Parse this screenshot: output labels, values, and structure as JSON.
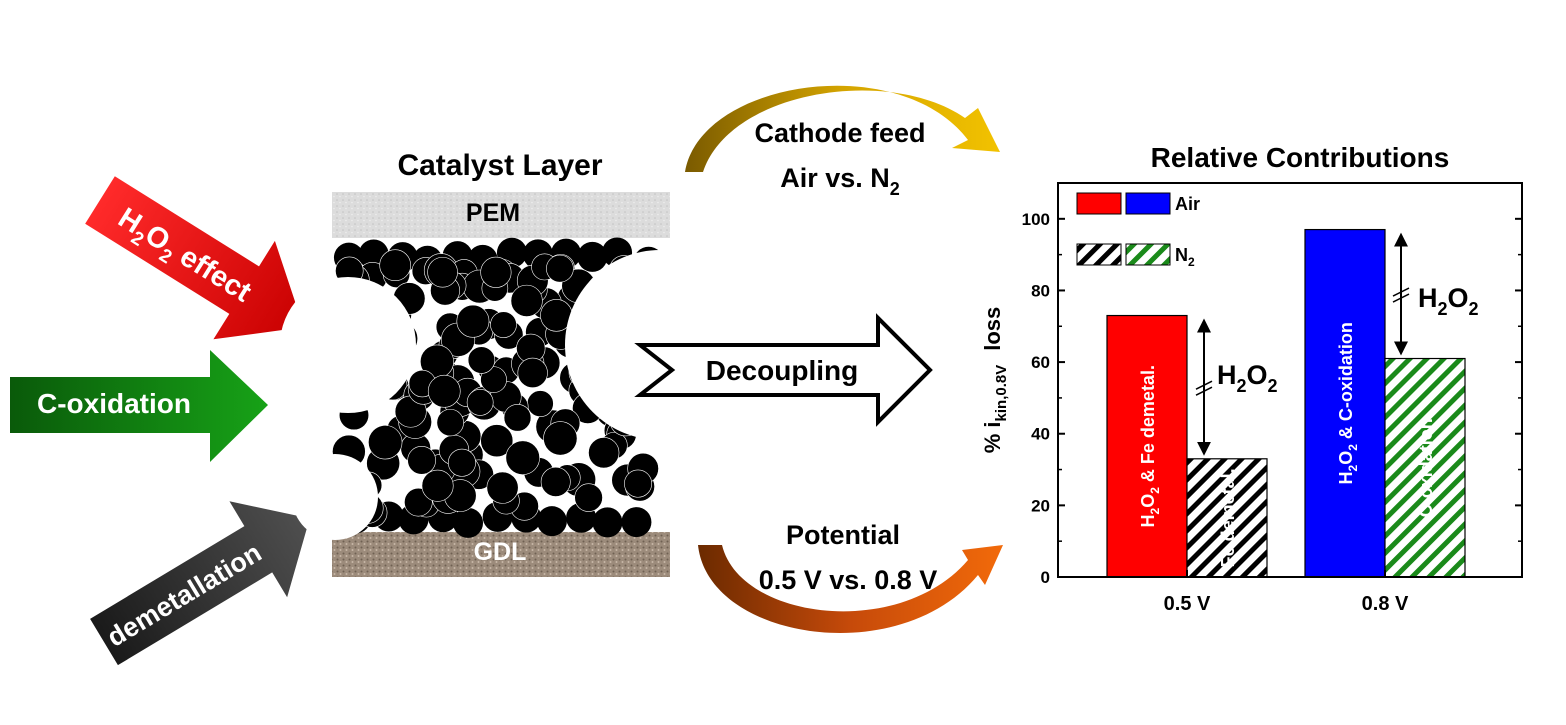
{
  "colors": {
    "red": "#e00000",
    "green": "#0a7a0a",
    "dark": "#2e2e2e",
    "blue": "#0000ff",
    "bar_red": "#ff0000",
    "bar_green": "#1a8a1a",
    "pem_gray": "#d8d8d8",
    "gdl_brown": "#9b8a7a",
    "gold": "#d9a800",
    "orange": "#e8630a"
  },
  "left_arrows": {
    "h2o2": {
      "main": "H",
      "sub": "2",
      "main2": "O",
      "sub2": "2",
      "rest": " effect"
    },
    "c_oxidation": "C-oxidation",
    "demetallation": "demetallation"
  },
  "catalyst": {
    "title": "Catalyst Layer",
    "pem": "PEM",
    "gdl": "GDL"
  },
  "middle": {
    "cathode_line1": "Cathode feed",
    "cathode_line2_main": "Air vs. N",
    "cathode_line2_sub": "2",
    "decoupling": "Decoupling",
    "potential_line1": "Potential",
    "potential_line2": "0.5 V vs. 0.8 V"
  },
  "chart_data": {
    "type": "bar",
    "title": "Relative Contributions",
    "ylabel_prefix": "% i",
    "ylabel_sub": "kin,0.8V",
    "ylabel_suffix": "loss",
    "ylim": [
      0,
      110
    ],
    "yticks": [
      "0",
      "20",
      "40",
      "60",
      "80",
      "100"
    ],
    "categories": [
      "0.5 V",
      "0.8 V"
    ],
    "legend": [
      {
        "label": "Air",
        "pattern": "solid"
      },
      {
        "label_main": "N",
        "label_sub": "2",
        "pattern": "hatched"
      }
    ],
    "bars": [
      {
        "category": "0.5 V",
        "condition": "Air",
        "value": 73,
        "color": "#ff0000",
        "hatched": false,
        "label_parts": [
          "H",
          "2",
          "O",
          "2",
          " & Fe demetal."
        ]
      },
      {
        "category": "0.5 V",
        "condition": "N2",
        "value": 33,
        "color": "#000000",
        "hatched": true,
        "label_parts": [
          "Fe demetal.",
          "",
          "",
          "",
          ""
        ]
      },
      {
        "category": "0.8 V",
        "condition": "Air",
        "value": 97,
        "color": "#0000ff",
        "hatched": false,
        "label_parts": [
          "H",
          "2",
          "O",
          "2",
          " & C-oxidation"
        ]
      },
      {
        "category": "0.8 V",
        "condition": "N2",
        "value": 61,
        "color": "#1a8a1a",
        "hatched": true,
        "label_parts": [
          "C-oxidation",
          "",
          "",
          "",
          ""
        ]
      }
    ],
    "annotations": [
      {
        "main": "H",
        "sub1": "2",
        "main2": "O",
        "sub2": "2"
      },
      {
        "main": "H",
        "sub1": "2",
        "main2": "O",
        "sub2": "2"
      }
    ]
  }
}
